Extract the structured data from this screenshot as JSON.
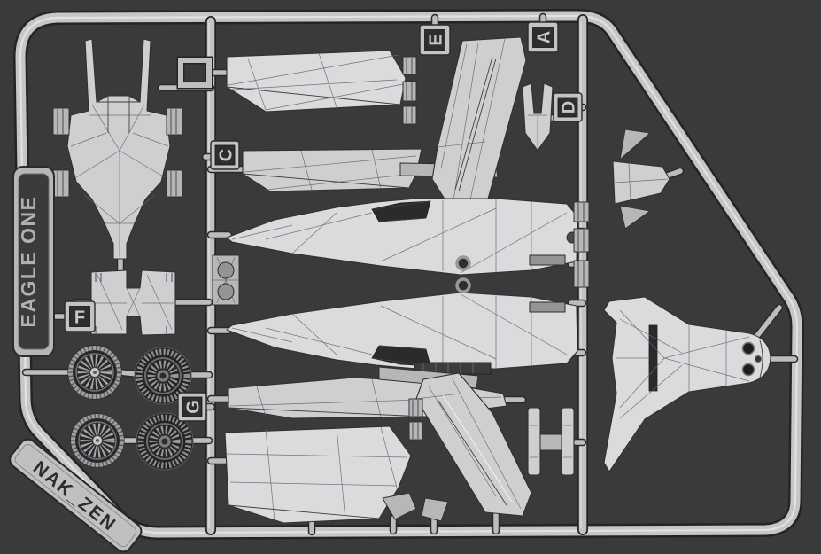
{
  "scene": {
    "description": "Low-poly 3D render of a plastic model-kit sprue holding spaceship parts",
    "background_color": "#3a3a3c",
    "plastic_light": "#dbdbdd",
    "plastic_base": "#cfcfd1",
    "plastic_dark": "#949497",
    "recess_color": "#2b2b2d",
    "outline_color": "#242426"
  },
  "plates": {
    "side_plate_text": "EAGLE ONE",
    "bottom_plate_text": "NAK_ZEN"
  },
  "part_tags": {
    "tag_a": "A",
    "tag_c": "C",
    "tag_d": "D",
    "tag_e": "E",
    "tag_f": "F",
    "tag_g": "G"
  },
  "parts_inventory": [
    "fighter-hull",
    "h-bracket-block",
    "wire-spoke-wheel-1",
    "wire-spoke-wheel-2",
    "radial-engine-wheel-1",
    "radial-engine-wheel-2",
    "wing-panel-upper",
    "wing-panel-second",
    "tail-fin-upper-half",
    "fuselage-half-upper",
    "fuselage-half-lower",
    "wing-panel-third",
    "wing-panel-bottom",
    "tail-fin-lower-half",
    "twin-boom-bracket",
    "twin-prong-part",
    "nose-cone-with-fins",
    "shuttle-body",
    "square-ring-part",
    "engine-block",
    "hook-rings"
  ]
}
